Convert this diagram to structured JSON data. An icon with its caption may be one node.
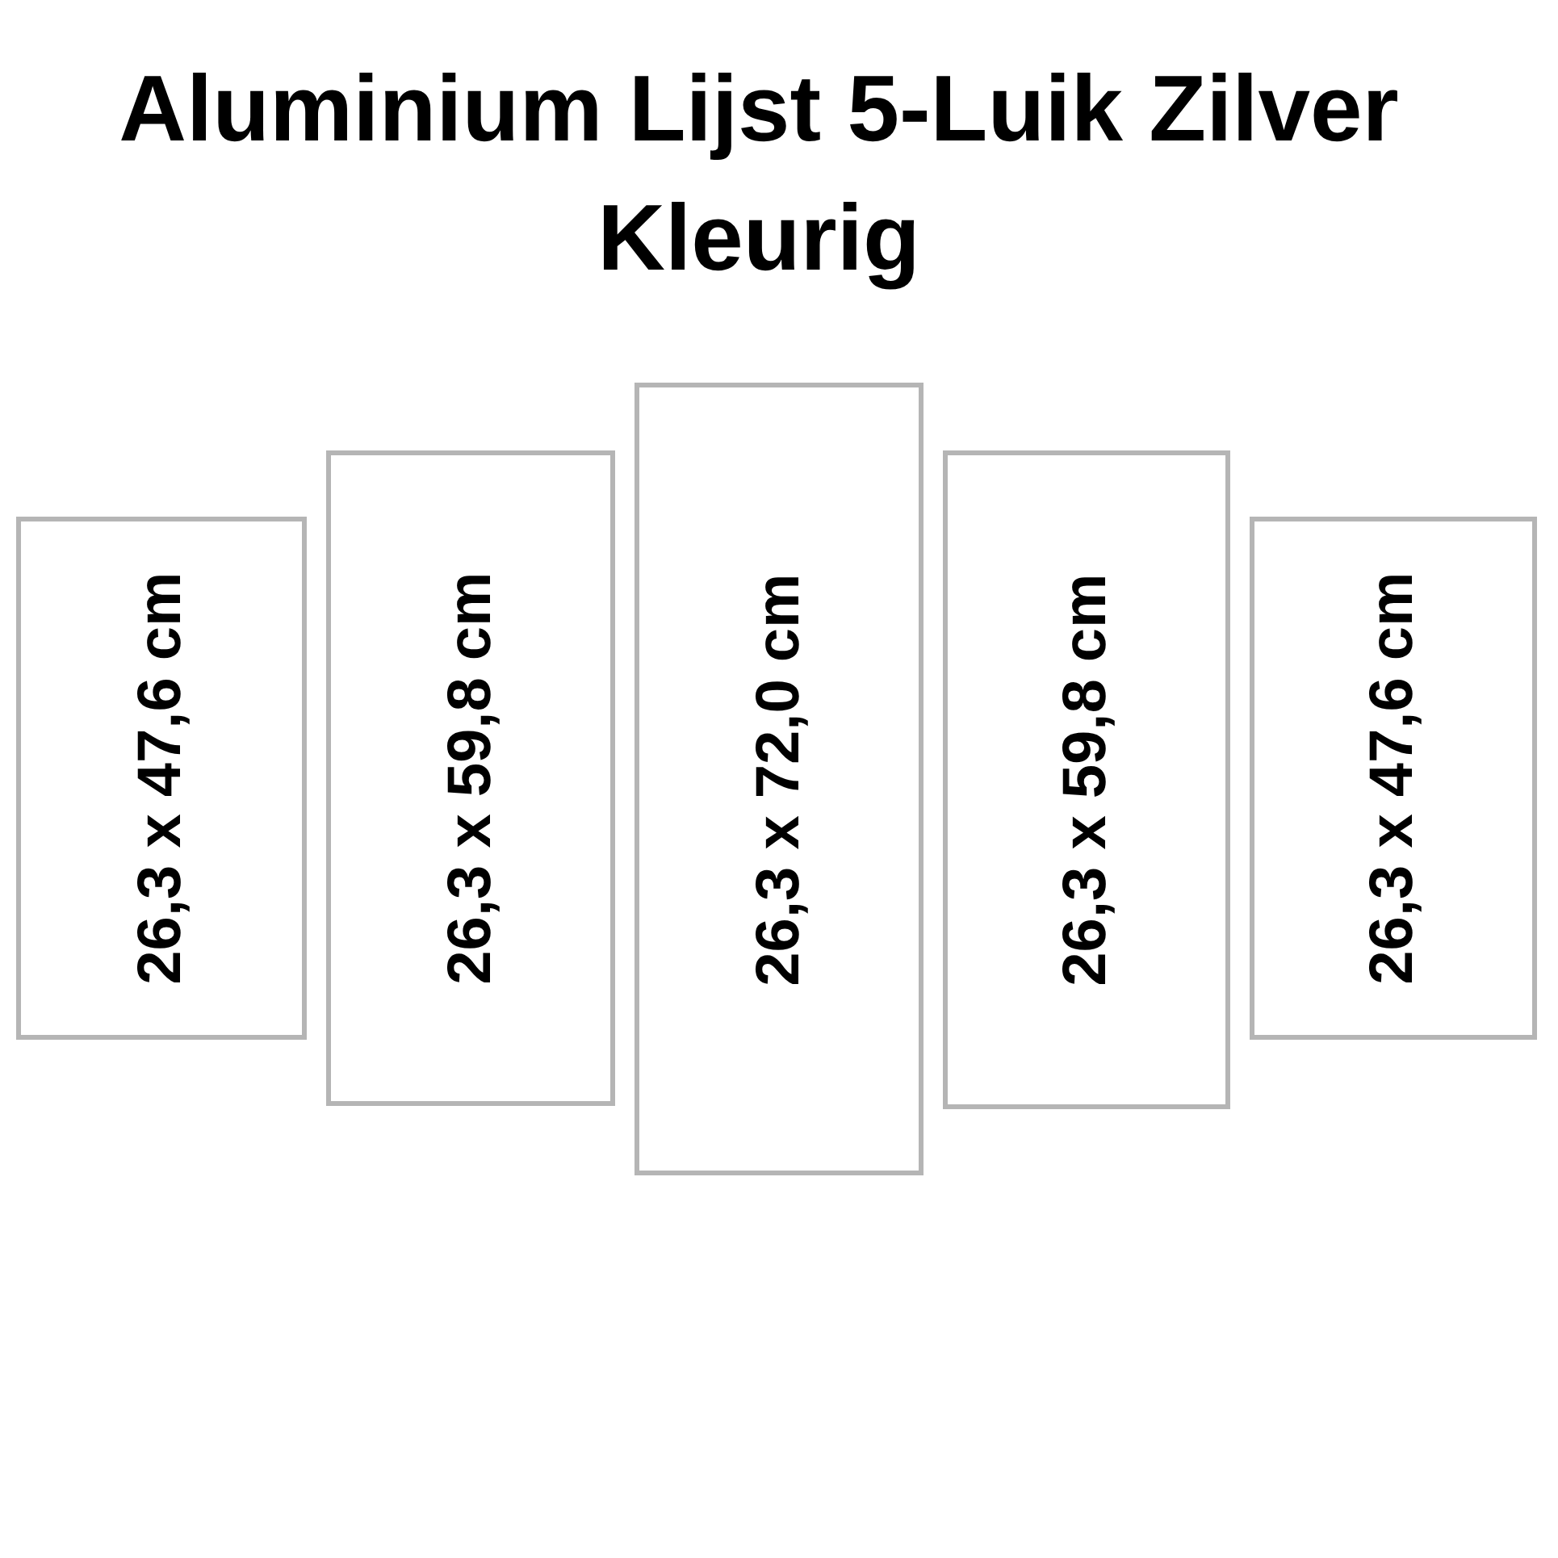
{
  "diagram": {
    "title": "Aluminium Lijst 5-Luik Zilver Kleurig",
    "nodes": [
      {
        "text": [
          "26,3 x 47,6 cm"
        ]
      },
      {
        "text": [
          "26,3 x 59,8 cm"
        ]
      },
      {
        "text": [
          "26,3 x 72,0 cm"
        ]
      },
      {
        "text": [
          "26,3 x 59,8 cm"
        ]
      },
      {
        "text": [
          "26,3 x 47,6 cm"
        ]
      }
    ]
  }
}
